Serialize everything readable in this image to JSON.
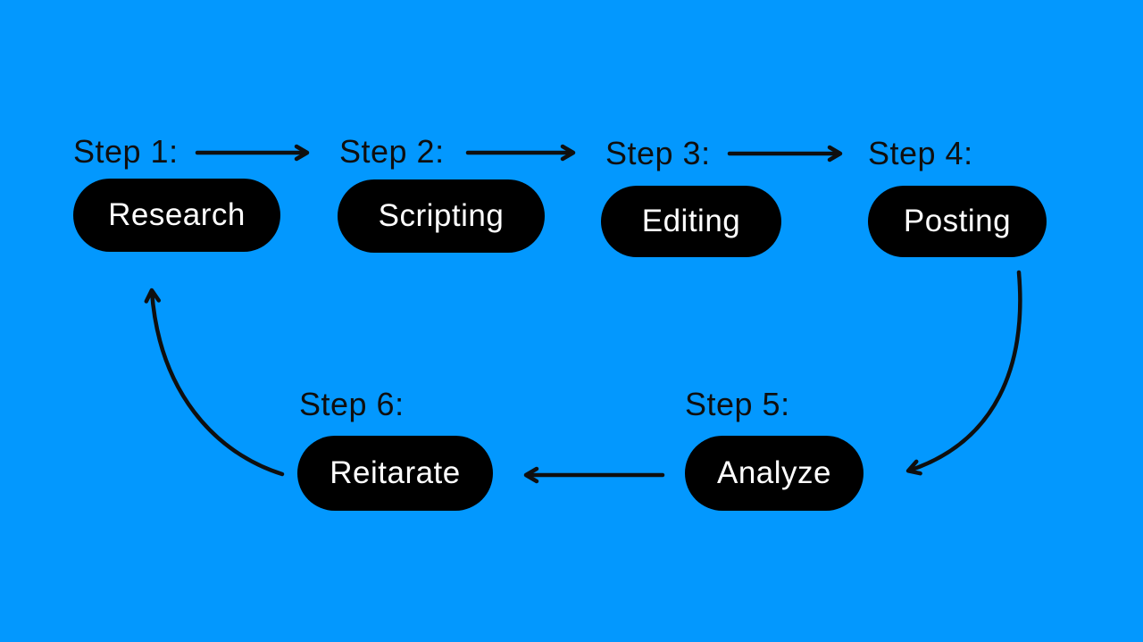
{
  "diagram": {
    "background_color": "#0398fe",
    "pill_background_color": "#000000",
    "pill_text_color": "#ffffff",
    "label_color": "#0f0f0f",
    "arrow_color": "#0f0f0f",
    "steps": [
      {
        "label": "Step 1:",
        "name": "Research"
      },
      {
        "label": "Step 2:",
        "name": "Scripting"
      },
      {
        "label": "Step 3:",
        "name": "Editing"
      },
      {
        "label": "Step 4:",
        "name": "Posting"
      },
      {
        "label": "Step 5:",
        "name": "Analyze"
      },
      {
        "label": "Step 6:",
        "name": "Reitarate"
      }
    ],
    "flow": [
      "Step 1 to Step 2",
      "Step 2 to Step 3",
      "Step 3 to Step 4",
      "Step 4 to Step 5",
      "Step 5 to Step 6",
      "Step 6 to Step 1"
    ]
  }
}
